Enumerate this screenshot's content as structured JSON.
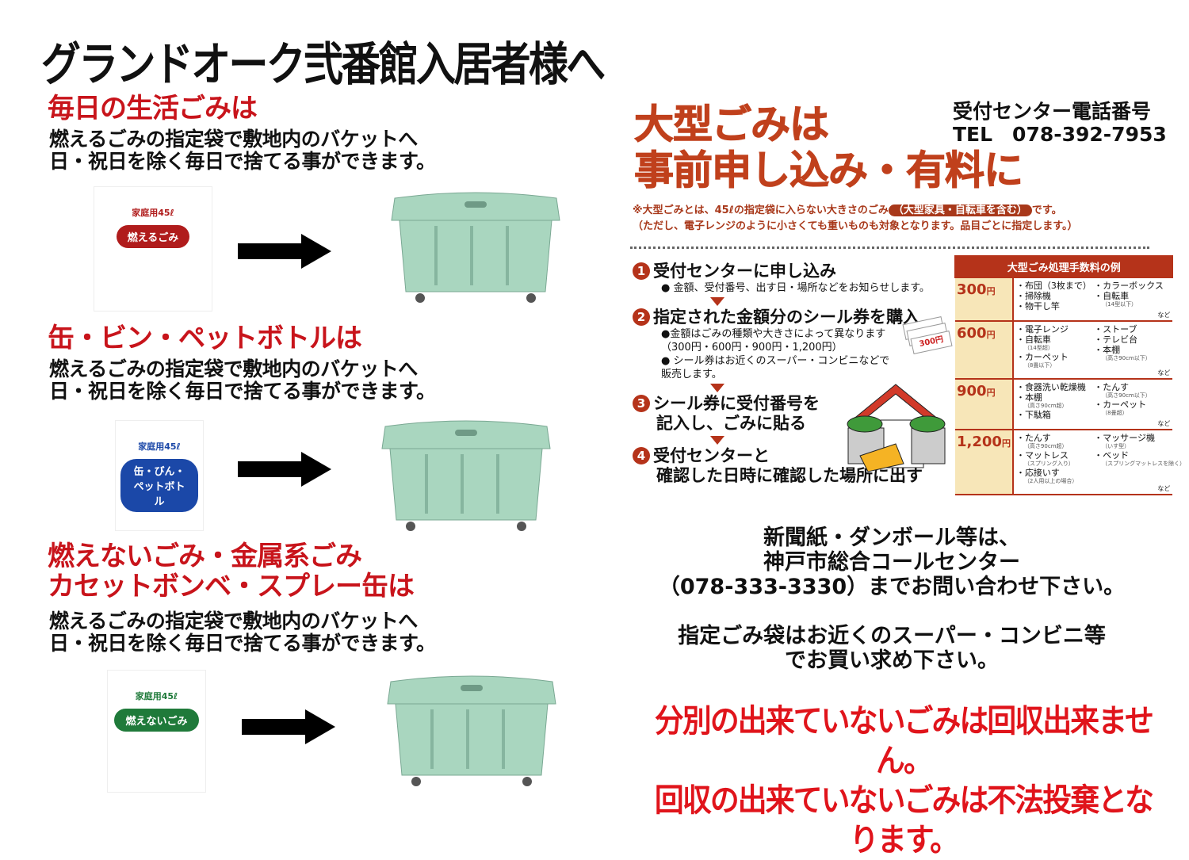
{
  "title": "グランドオーク弐番館入居者様へ",
  "sections": [
    {
      "heading": [
        "毎日の生活ごみは"
      ],
      "lines": [
        "燃えるごみの指定袋で敷地内のバケットへ",
        "日・祝日を除く毎日で捨てる事ができます。"
      ],
      "bag": {
        "brand": "家庭用45ℓ",
        "label": "燃えるごみ",
        "color": "#b01c1c"
      }
    },
    {
      "heading": [
        "缶・ビン・ペットボトルは"
      ],
      "lines": [
        "燃えるごみの指定袋で敷地内のバケットへ",
        "日・祝日を除く毎日で捨てる事ができます。"
      ],
      "bag": {
        "brand": "家庭用45ℓ",
        "label": "缶・びん・ペットボトル",
        "color": "#1b48a8"
      }
    },
    {
      "heading": [
        "燃えないごみ・金属系ごみ",
        "カセットボンベ・スプレー缶は"
      ],
      "lines": [
        "燃えるごみの指定袋で敷地内のバケットへ",
        "日・祝日を除く毎日で捨てる事ができます。"
      ],
      "bag": {
        "brand": "家庭用45ℓ",
        "label": "燃えないごみ",
        "color": "#1f7a3a"
      }
    }
  ],
  "oversize": {
    "title_lines": [
      "大型ごみは",
      "事前申し込み・有料に"
    ],
    "phone_label": "受付センター電話番号",
    "phone": "TEL　078-392-7953",
    "note_pre": "※大型ごみとは、45ℓの指定袋に入らない大きさのごみ",
    "note_pill": "（大型家具・自転車を含む）",
    "note_post": "です。",
    "note2": "（ただし、電子レンジのように小さくても重いものも対象となります。品目ごとに指定します。）",
    "steps": [
      {
        "num": "1",
        "title": [
          "受付センターに申し込み"
        ],
        "subs": [
          "● 金額、受付番号、出す日・場所などをお知らせします。"
        ]
      },
      {
        "num": "2",
        "title": [
          "指定された金額分のシール券を購入"
        ],
        "subs": [
          "●金額はごみの種類や大きさによって異なります",
          "（300円・600円・900円・1,200円）",
          "● シール券はお近くのスーパー・コンビニなどで",
          "販売します。"
        ]
      },
      {
        "num": "3",
        "title": [
          "シール券に受付番号を",
          "記入し、ごみに貼る"
        ],
        "subs": []
      },
      {
        "num": "4",
        "title": [
          "受付センターと",
          "確認した日時に確認した場所に出す"
        ],
        "subs": []
      }
    ],
    "ticket_label": "300円",
    "fee_table": {
      "title": "大型ごみ処理手数料の例",
      "yen": "円",
      "nado": "など",
      "rows": [
        {
          "price": "300",
          "col1": [
            [
              "布団（3枚まで）",
              ""
            ],
            [
              "掃除機",
              ""
            ],
            [
              "物干し竿",
              ""
            ]
          ],
          "col2": [
            [
              "カラーボックス",
              ""
            ],
            [
              "自転車",
              "（14型以下）"
            ]
          ]
        },
        {
          "price": "600",
          "col1": [
            [
              "電子レンジ",
              ""
            ],
            [
              "自転車",
              "（14型超）"
            ],
            [
              "カーペット",
              "（8畳以下）"
            ]
          ],
          "col2": [
            [
              "ストーブ",
              ""
            ],
            [
              "テレビ台",
              ""
            ],
            [
              "本棚",
              "（高さ90cm以下）"
            ]
          ]
        },
        {
          "price": "900",
          "col1": [
            [
              "食器洗い乾燥機",
              ""
            ],
            [
              "本棚",
              "（高さ90cm超）"
            ],
            [
              "下駄箱",
              ""
            ]
          ],
          "col2": [
            [
              "たんす",
              "（高さ90cm以下）"
            ],
            [
              "カーペット",
              "（8畳超）"
            ]
          ]
        },
        {
          "price": "1,200",
          "col1": [
            [
              "たんす",
              "（高さ90cm超）"
            ],
            [
              "マットレス",
              "（スプリング入り）"
            ],
            [
              "応接いす",
              "（2人用以上の場合）"
            ]
          ],
          "col2": [
            [
              "マッサージ機",
              "（いす型）"
            ],
            [
              "ベッド",
              "（スプリングマットレスを除く）"
            ]
          ]
        }
      ]
    }
  },
  "info1": [
    "新聞紙・ダンボール等は、",
    "神戸市総合コールセンター",
    "（078-333-3330）までお問い合わせ下さい。"
  ],
  "info2": [
    "指定ごみ袋はお近くのスーパー・コンビニ等",
    "でお買い求め下さい。"
  ],
  "warning": [
    "分別の出来ていないごみは回収出来ません。",
    "回収の出来ていないごみは不法投棄となります。"
  ],
  "colors": {
    "red": "#c8141b",
    "brown": "#b5331a",
    "bin": "#a9d6bf"
  }
}
